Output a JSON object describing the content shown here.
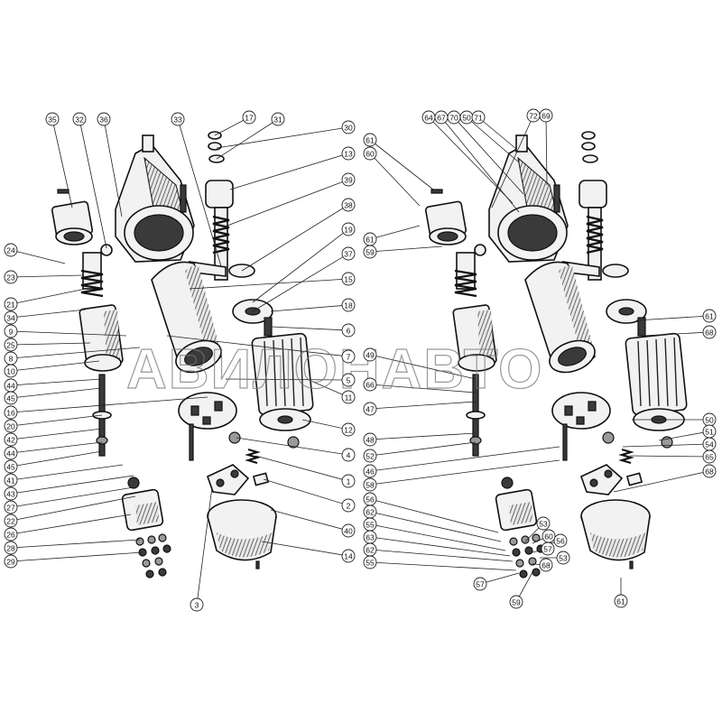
{
  "watermark": "АВИЛОНАВТО",
  "left_assembly": {
    "callouts": [
      "35",
      "32",
      "36",
      "33",
      "17",
      "31",
      "30",
      "13",
      "39",
      "38",
      "19",
      "37",
      "15",
      "18",
      "6",
      "7",
      "5",
      "11",
      "12",
      "4",
      "1",
      "2",
      "40",
      "14",
      "3",
      "24",
      "23",
      "21",
      "34",
      "9",
      "25",
      "8",
      "10",
      "44",
      "45",
      "16",
      "20",
      "42",
      "44",
      "45",
      "41",
      "43",
      "27",
      "22",
      "26",
      "28",
      "29"
    ]
  },
  "right_assembly": {
    "callouts": [
      "64",
      "67",
      "70",
      "50",
      "71",
      "72",
      "69",
      "61",
      "60",
      "61",
      "59",
      "61",
      "68",
      "50",
      "51",
      "54",
      "65",
      "68",
      "49",
      "66",
      "47",
      "48",
      "52",
      "46",
      "58",
      "56",
      "62",
      "55",
      "63",
      "62",
      "55",
      "57",
      "59",
      "61",
      "53",
      "60",
      "56",
      "57",
      "53",
      "68"
    ]
  }
}
